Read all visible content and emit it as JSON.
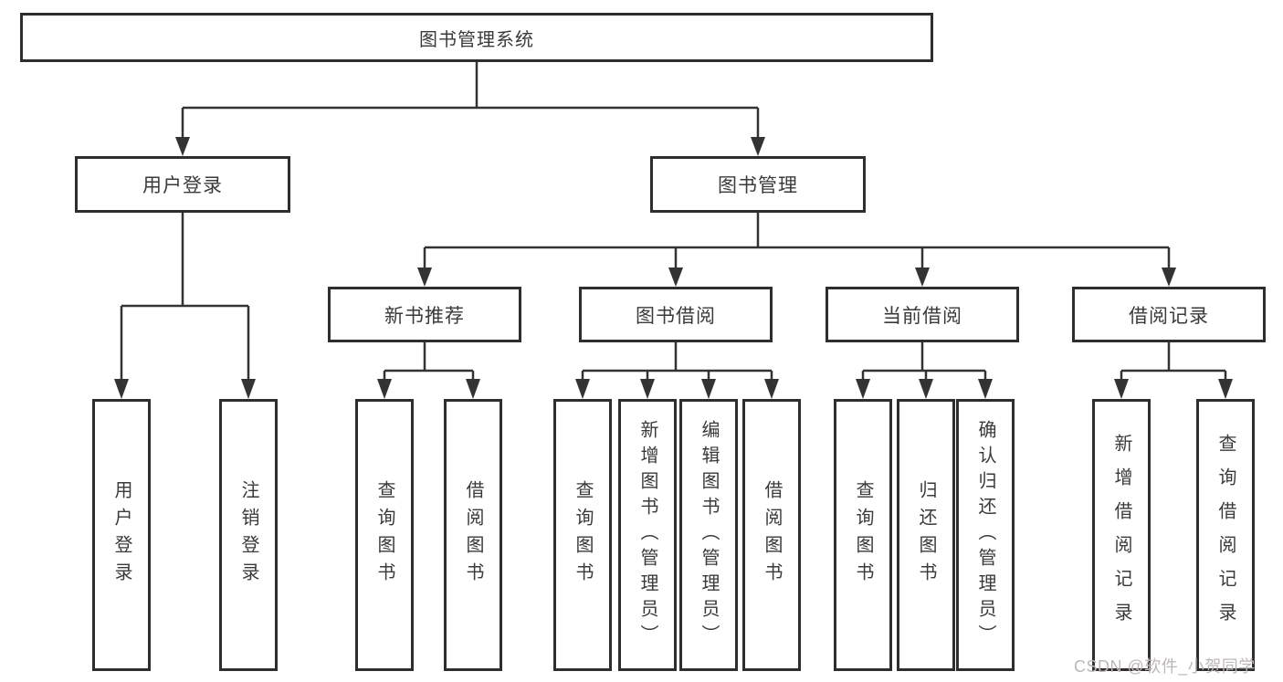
{
  "diagram": {
    "root": {
      "label": "图书管理系统"
    },
    "level2": [
      {
        "label": "用户登录"
      },
      {
        "label": "图书管理"
      }
    ],
    "level3": [
      {
        "label": "新书推荐"
      },
      {
        "label": "图书借阅"
      },
      {
        "label": "当前借阅"
      },
      {
        "label": "借阅记录"
      }
    ],
    "leaves": [
      {
        "label": "用户登录",
        "parent": "用户登录"
      },
      {
        "label": "注销登录",
        "parent": "用户登录"
      },
      {
        "label": "查询图书",
        "parent": "新书推荐"
      },
      {
        "label": "借阅图书",
        "parent": "新书推荐"
      },
      {
        "label": "查询图书",
        "parent": "图书借阅"
      },
      {
        "label": "新增图书（管理员）",
        "parent": "图书借阅"
      },
      {
        "label": "编辑图书（管理员）",
        "parent": "图书借阅"
      },
      {
        "label": "借阅图书",
        "parent": "图书借阅"
      },
      {
        "label": "查询图书",
        "parent": "当前借阅"
      },
      {
        "label": "归还图书",
        "parent": "当前借阅"
      },
      {
        "label": "确认归还（管理员）",
        "parent": "当前借阅"
      },
      {
        "label": "新增借阅记录",
        "parent": "借阅记录"
      },
      {
        "label": "查询借阅记录",
        "parent": "借阅记录"
      }
    ]
  },
  "watermark": {
    "text": "CSDN @软件_小贺同学"
  },
  "colors": {
    "line": "#333333",
    "box_border": "#2e2e2e",
    "text": "#3a3a3a",
    "watermark": "#bdb7b7",
    "background": "#ffffff"
  }
}
